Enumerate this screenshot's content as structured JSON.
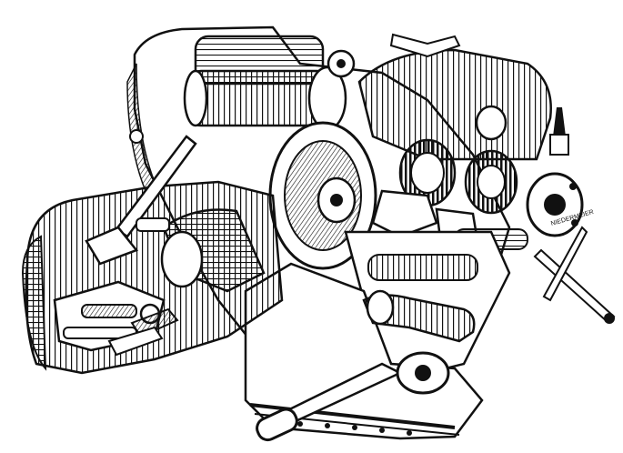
{
  "illustration": {
    "subject": "boxer-engine-cutaway",
    "style": "black-ink-line-drawing",
    "colors": {
      "ink": "#111111",
      "paper": "#ffffff",
      "shade": "#555555"
    }
  },
  "signature": {
    "text": "NIEDERMEIER"
  }
}
